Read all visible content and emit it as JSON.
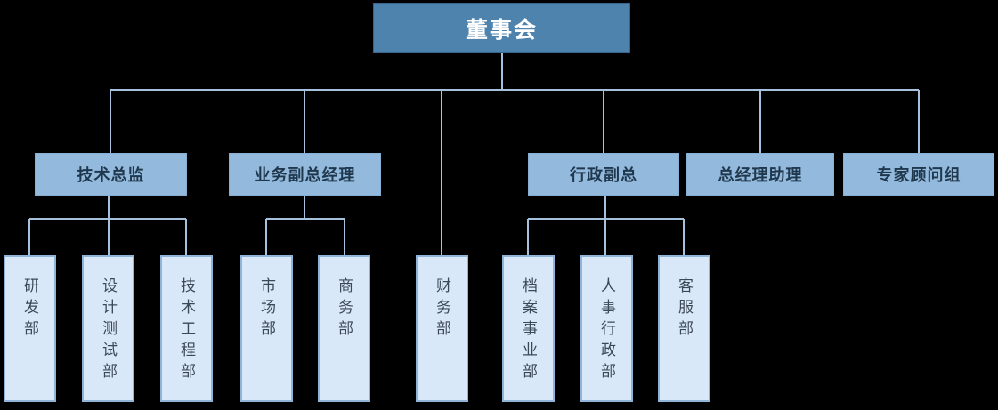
{
  "root": {
    "label": "董事会"
  },
  "managers": [
    {
      "label": "技术总监"
    },
    {
      "label": "业务副总经理"
    },
    {
      "label": "行政副总"
    },
    {
      "label": "总经理助理"
    },
    {
      "label": "专家顾问组"
    }
  ],
  "departments": [
    {
      "label": "研发部",
      "parent": "技术总监"
    },
    {
      "label": "设计测试部",
      "parent": "技术总监"
    },
    {
      "label": "技术工程部",
      "parent": "技术总监"
    },
    {
      "label": "市场部",
      "parent": "业务副总经理"
    },
    {
      "label": "商务部",
      "parent": "业务副总经理"
    },
    {
      "label": "财务部",
      "parent": "董事会"
    },
    {
      "label": "档案事业部",
      "parent": "行政副总"
    },
    {
      "label": "人事行政部",
      "parent": "行政副总"
    },
    {
      "label": "客服部",
      "parent": "行政副总"
    }
  ],
  "colors": {
    "background": "#000000",
    "root_box_fill": "#4E83AE",
    "manager_box_fill": "#93BADD",
    "department_box_fill": "#D9E8F8",
    "department_box_border": "#8FB4D8",
    "connector_line": "#A6C1DB",
    "root_text": "#FFFFFF",
    "manager_text": "#20384E",
    "department_text": "#3B4856"
  }
}
